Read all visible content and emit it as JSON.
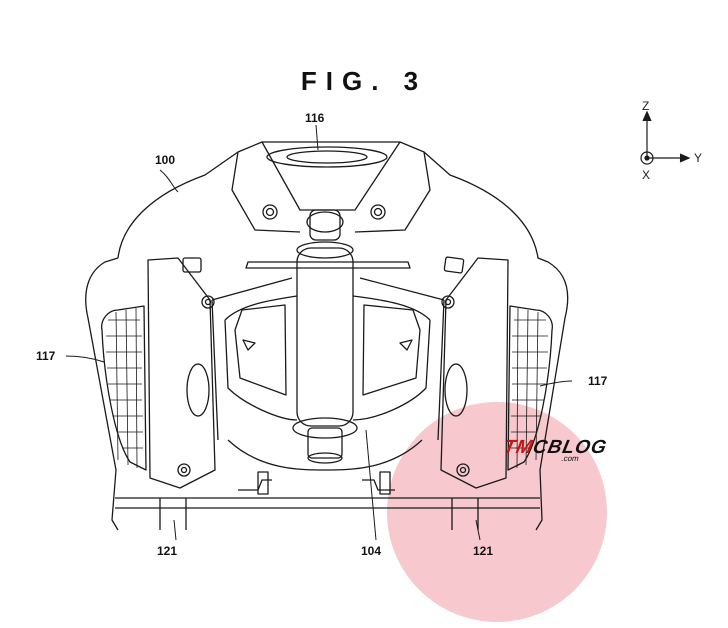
{
  "figure": {
    "title": "FIG. 3"
  },
  "axes": {
    "z": "Z",
    "y": "Y",
    "x": "X"
  },
  "labels": {
    "body": "100",
    "top_cap": "116",
    "left_grille": "117",
    "right_grille": "117",
    "bottom_left": "121",
    "center": "104",
    "bottom_right": "121"
  },
  "watermark": {
    "brand_prefix": "TM",
    "brand_main": "CBLOG",
    "domain": ".com"
  },
  "colors": {
    "line": "#1a1a1a",
    "highlight": "#f4b6bc",
    "watermark_red": "#c31616"
  }
}
